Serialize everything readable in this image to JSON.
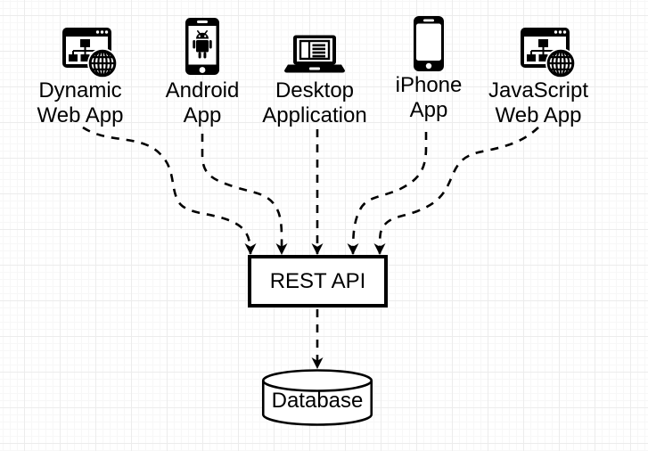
{
  "diagram": {
    "clients": [
      {
        "name": "Dynamic Web App",
        "line1": "Dynamic",
        "line2": "Web App",
        "icon": "browser-globe-icon"
      },
      {
        "name": "Android App",
        "line1": "Android",
        "line2": "App",
        "icon": "android-phone-icon"
      },
      {
        "name": "Desktop Application",
        "line1": "Desktop",
        "line2": "Application",
        "icon": "laptop-icon"
      },
      {
        "name": "iPhone App",
        "line1": "iPhone",
        "line2": "App",
        "icon": "iphone-icon"
      },
      {
        "name": "JavaScript Web App",
        "line1": "JavaScript",
        "line2": "Web App",
        "icon": "browser-globe-icon"
      }
    ],
    "api": {
      "label": "REST API"
    },
    "database": {
      "label": "Database"
    },
    "style": {
      "edge_style": "dashed",
      "edge_color": "#000000",
      "node_border_color": "#000000",
      "node_fill": "#ffffff",
      "grid_minor_color": "#f7f7f7",
      "grid_major_color": "#ececec"
    }
  }
}
